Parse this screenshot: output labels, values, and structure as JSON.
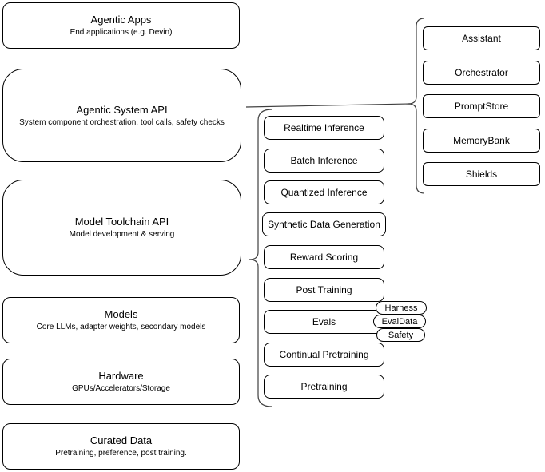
{
  "colors": {
    "background": "#ffffff",
    "node_fill": "#ffffff",
    "node_border": "#000000",
    "connector": "#3f3f3f",
    "text": "#000000"
  },
  "left_column": {
    "nodes": [
      {
        "title": "Agentic Apps",
        "subtitle": "End applications (e.g. Devin)"
      },
      {
        "title": "Agentic System API",
        "subtitle": "System component orchestration, tool calls, safety checks"
      },
      {
        "title": "Model Toolchain API",
        "subtitle": "Model development & serving"
      },
      {
        "title": "Models",
        "subtitle": "Core LLMs, adapter weights, secondary models"
      },
      {
        "title": "Hardware",
        "subtitle": "GPUs/Accelerators/Storage"
      },
      {
        "title": "Curated Data",
        "subtitle": "Pretraining, preference, post training."
      }
    ]
  },
  "toolchain": {
    "items": [
      "Realtime Inference",
      "Batch Inference",
      "Quantized Inference",
      "Synthetic Data Generation",
      "Reward Scoring",
      "Post Training",
      "Evals",
      "Continual Pretraining",
      "Pretraining"
    ],
    "eval_tags": [
      "Harness",
      "EvalData",
      "Safety"
    ]
  },
  "services": {
    "items": [
      "Assistant",
      "Orchestrator",
      "PromptStore",
      "MemoryBank",
      "Shields"
    ]
  }
}
